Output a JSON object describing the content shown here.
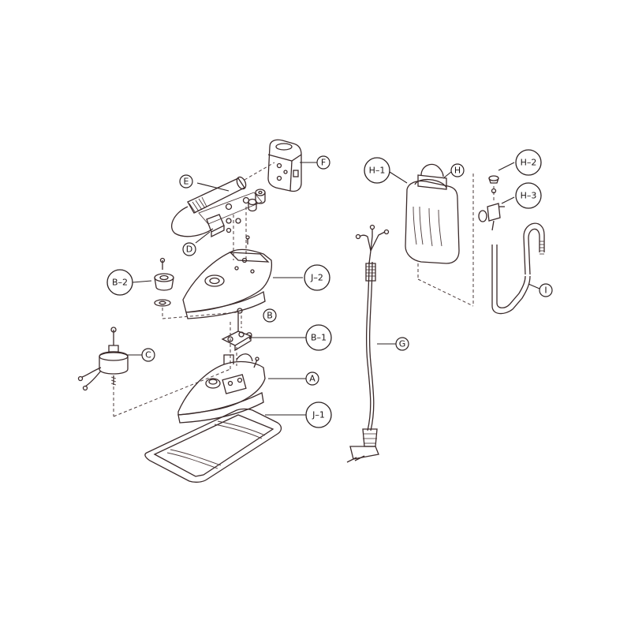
{
  "diagram": {
    "callouts": {
      "E": "E",
      "F": "F",
      "D": "D",
      "B2": "B–2",
      "J2": "J–2",
      "B": "B",
      "B1": "B–1",
      "C": "C",
      "A": "A",
      "J1": "J–1",
      "H1": "H–1",
      "H": "H",
      "H2": "H–2",
      "H3": "H–3",
      "I": "I",
      "G": "G"
    }
  }
}
